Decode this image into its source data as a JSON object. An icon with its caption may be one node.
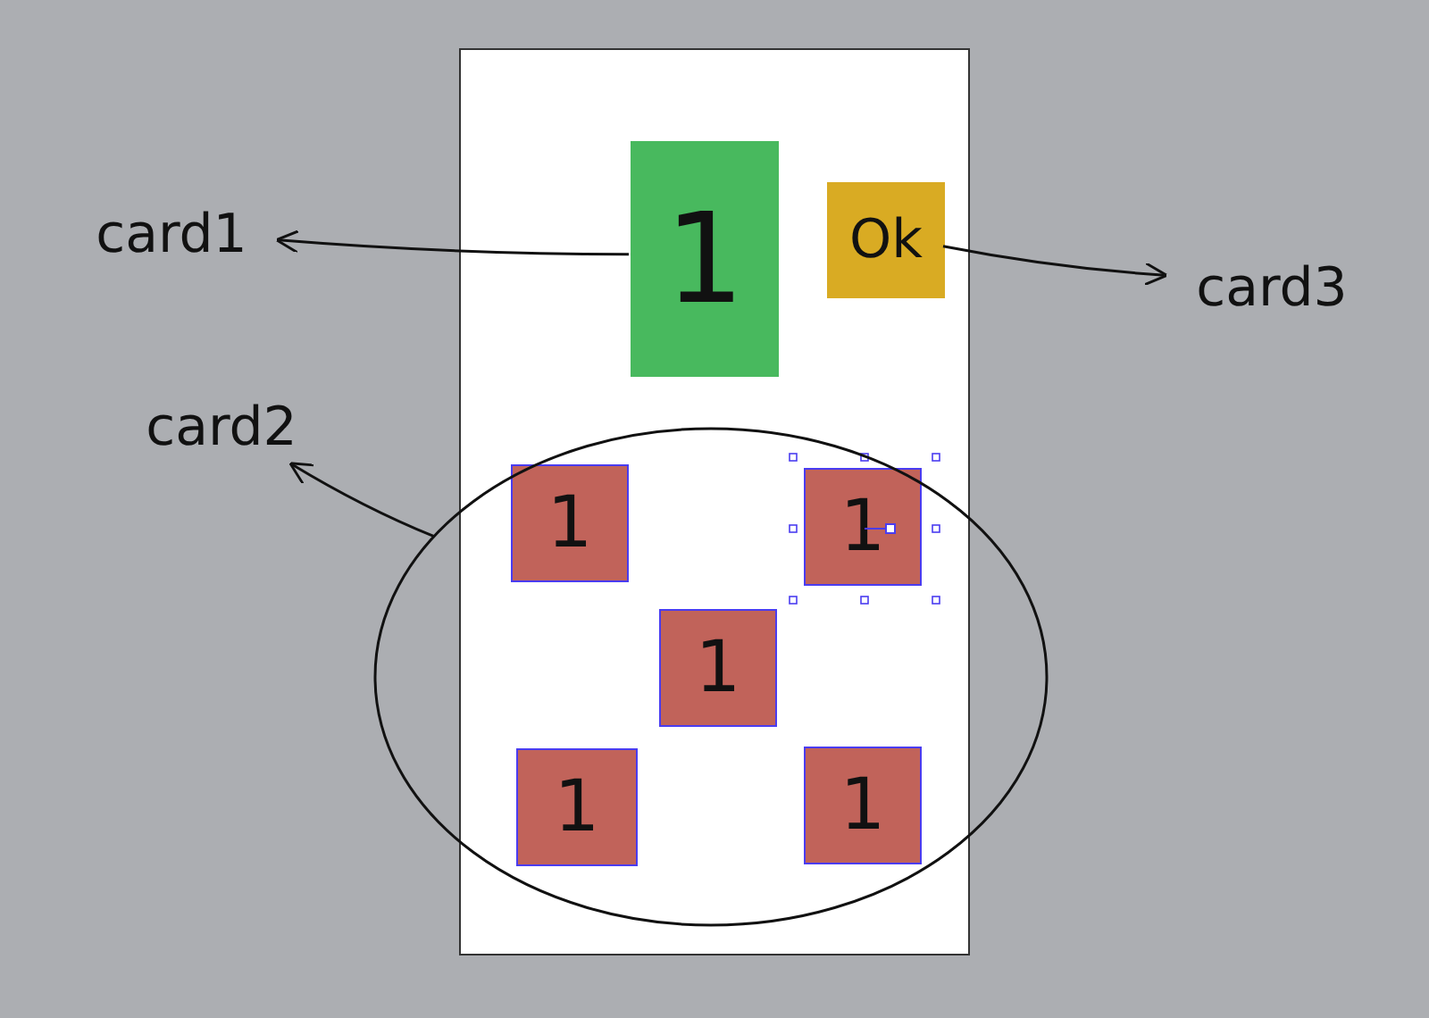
{
  "diagram": {
    "nodes": [
      {
        "text": [],
        "shape": "box"
      },
      {
        "text": [
          "1"
        ],
        "in": 0
      },
      {
        "text": [
          "Ok"
        ],
        "in": 0
      },
      {
        "text": [
          "1"
        ]
      },
      {
        "text": [
          "1"
        ]
      },
      {
        "text": [
          "1"
        ]
      },
      {
        "text": [
          "1"
        ]
      },
      {
        "text": [
          "1"
        ]
      },
      {
        "text": [
          "card1"
        ]
      },
      {
        "text": [
          "card3"
        ]
      },
      {
        "text": [
          "card2"
        ]
      },
      {
        "text": [],
        "shape": "circle"
      }
    ],
    "edges": [
      {
        "from": 1,
        "to": 8,
        "arrow": "to"
      },
      {
        "from": 2,
        "to": 9,
        "arrow": "to"
      },
      {
        "from": 11,
        "to": 10,
        "arrow": "to"
      }
    ]
  }
}
